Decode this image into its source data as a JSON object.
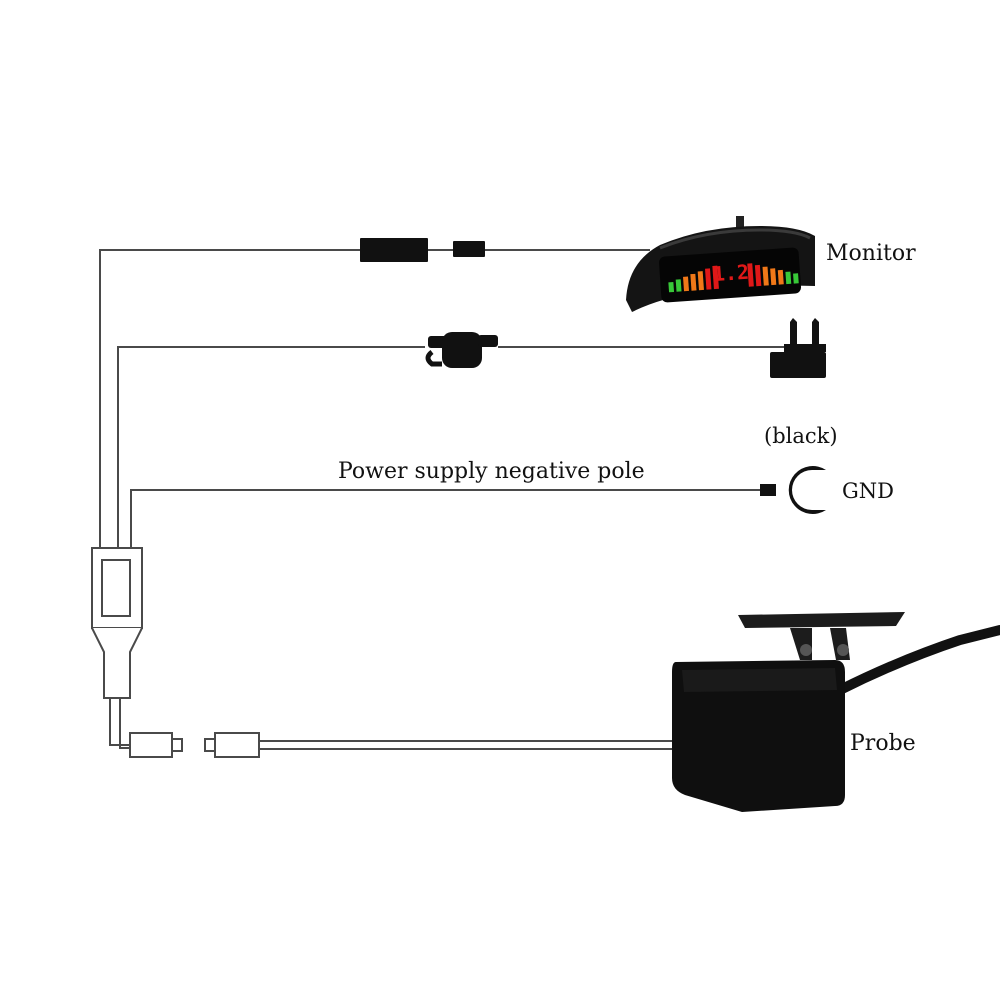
{
  "labels": {
    "monitor": "Monitor",
    "wire_label": "Power supply negative pole",
    "color_note": "(black)",
    "gnd": "GND",
    "probe": "Probe"
  },
  "display": {
    "reading": "1.2"
  },
  "colors": {
    "wire": "#4a4a4a",
    "device": "#111111",
    "display_red": "#e01818",
    "display_orange": "#f07818",
    "display_green": "#38c838"
  }
}
